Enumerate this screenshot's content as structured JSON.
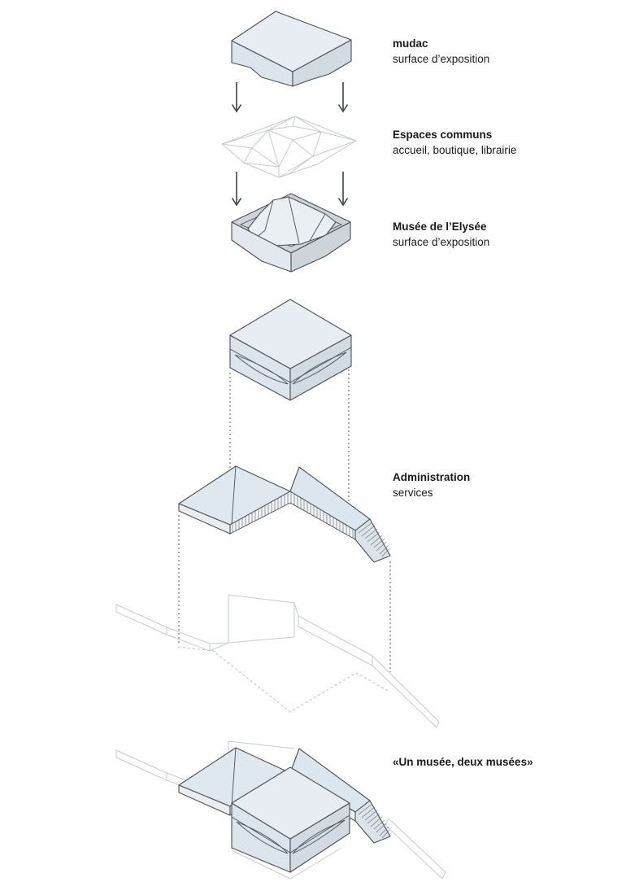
{
  "diagram": {
    "labels": {
      "mudac": {
        "title": "mudac",
        "subtitle": "surface d’exposition"
      },
      "espaces_communs": {
        "title": "Espaces communs",
        "subtitle": "accueil, boutique, librairie"
      },
      "musee_elysee": {
        "title": "Musée de l’Elysée",
        "subtitle": "surface d’exposition"
      },
      "administration": {
        "title": "Administration",
        "subtitle": "services"
      },
      "caption": {
        "text": "«Un musée, deux musées»"
      }
    },
    "icons": {
      "down_arrow": "↓"
    },
    "colors": {
      "background": "#ffffff",
      "outline": "#4b5054",
      "top_face": "#e7edf3",
      "roof_face": "#dfe8ef",
      "wall_left": "#dde5ec",
      "wall_right": "#d2dbe2",
      "tray_rim": "#cdd3d8",
      "tray_bowl": "#c3cad0",
      "mound": "#eaeff4",
      "facade_band": "#f2f4f5",
      "wireframe": "#c6cbce",
      "dashed_line": "#606568",
      "arrow": "#3d4246",
      "text": "#1a1a1a"
    }
  }
}
